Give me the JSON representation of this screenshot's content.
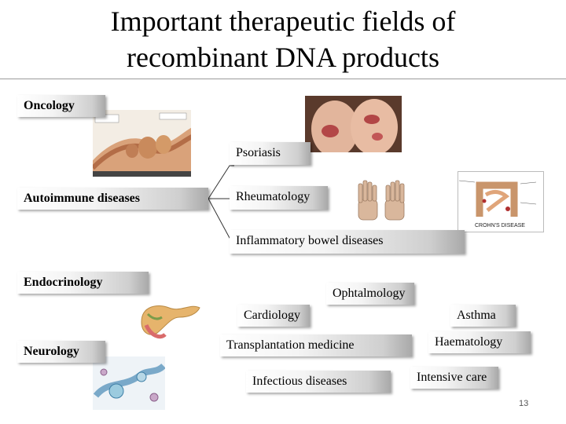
{
  "title": {
    "line1": "Important therapeutic fields of",
    "line2": "recombinant DNA products"
  },
  "fields": {
    "oncology": "Oncology",
    "psoriasis": "Psoriasis",
    "autoimmune": "Autoimmune diseases",
    "rheumatology": "Rheumatology",
    "ibd": "Inflammatory bowel diseases",
    "endocrinology": "Endocrinology",
    "ophtalmology": "Ophtalmology",
    "cardiology": "Cardiology",
    "asthma": "Asthma",
    "neurology": "Neurology",
    "transplantation": "Transplantation medicine",
    "haematology": "Haematology",
    "infectious": "Infectious diseases",
    "intensive_care": "Intensive care"
  },
  "images": {
    "colon_caption": "",
    "crohn_caption": "CROHN'S DISEASE"
  },
  "page_number": "13"
}
